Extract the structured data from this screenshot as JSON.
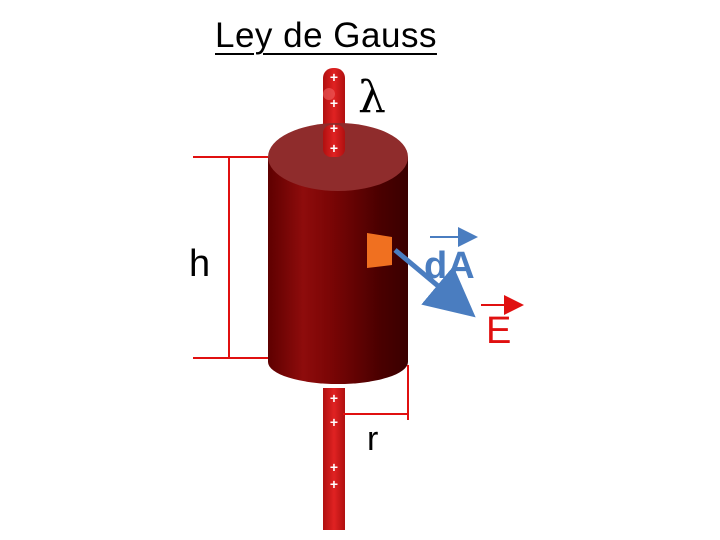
{
  "title": "Ley de Gauss",
  "labels": {
    "lambda": "λ",
    "height": "h",
    "area_element": "dA",
    "field": "E",
    "radius": "r"
  },
  "charge_sign": "+",
  "colors": {
    "cylinder_dark": "#5a0000",
    "cylinder_mid": "#8b0f0f",
    "cylinder_light": "#a52a2a",
    "cylinder_top": "#8f2c2c",
    "wire": "#d62020",
    "dimension_lines": "#e01010",
    "area_patch": "#f07020",
    "area_vector": "#4a7dc0",
    "field_vector": "#e01010"
  }
}
